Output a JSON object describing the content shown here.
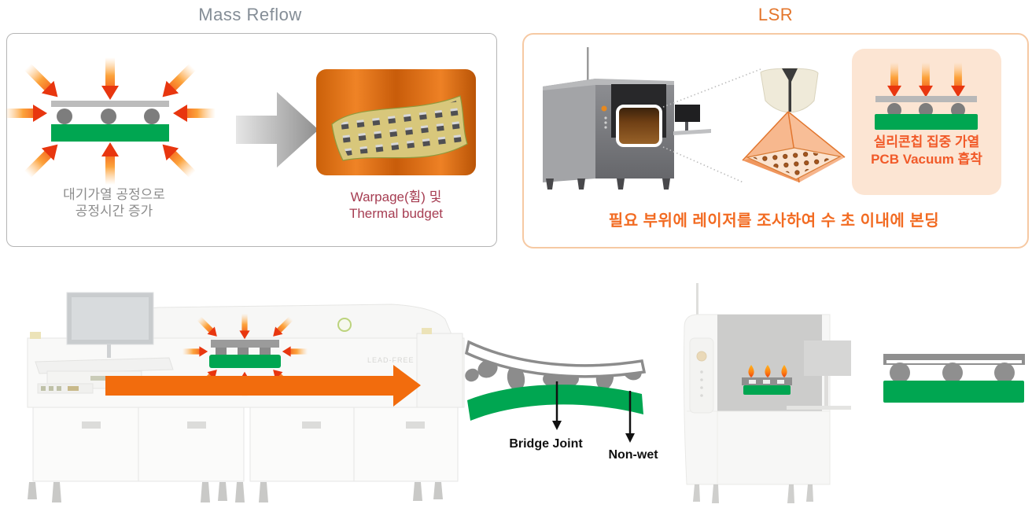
{
  "mass_reflow": {
    "title": "Mass Reflow",
    "process_caption": [
      "대기가열 공정으로",
      "공정시간 증가"
    ],
    "result_caption": [
      "Warpage(휨) 및",
      "Thermal budget"
    ]
  },
  "lsr": {
    "title": "LSR",
    "callout": [
      "실리콘칩 집중 가열",
      "PCB Vacuum 흡착"
    ],
    "description": "필요 부위에 레이저를 조사하여 수 초 이내에 본딩"
  },
  "bottom": {
    "oven_text": "LEAD-FREE",
    "bridge_label": "Bridge Joint",
    "nonwet_label": "Non-wet"
  },
  "colors": {
    "accent_orange": "#f26b22",
    "pcb_green": "#00a651",
    "heat_red": "#e8360f",
    "title_gray": "#848d96",
    "warpage_red": "#a63d52",
    "callout_bg": "#fce5d3",
    "panel_border_orange": "#f6c9a3",
    "panel_border_gray": "#b5b5b5"
  }
}
